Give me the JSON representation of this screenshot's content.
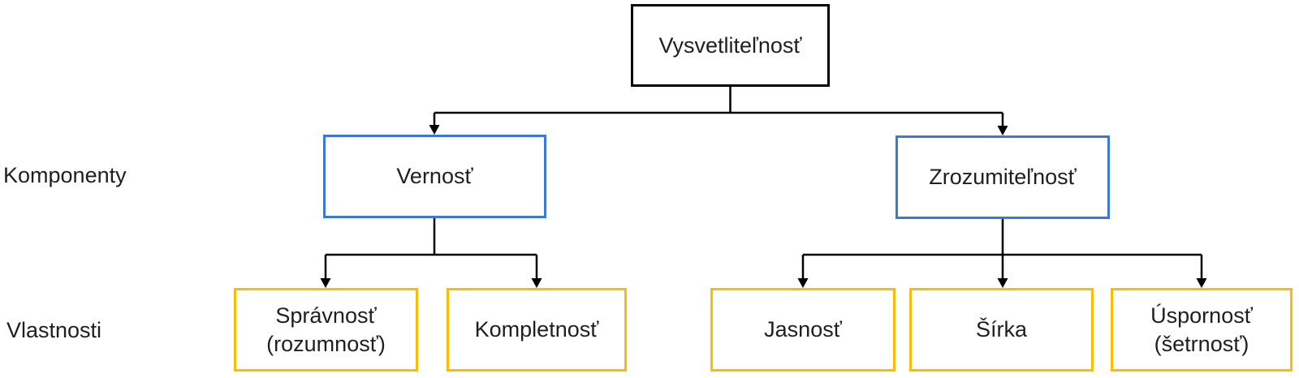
{
  "diagram": {
    "row_labels": {
      "components": "Komponenty",
      "properties": "Vlastnosti"
    },
    "root": {
      "label": "Vysvetliteľnosť"
    },
    "components": [
      {
        "label": "Vernosť",
        "properties": [
          {
            "label": "Správnosť (rozumnosť)"
          },
          {
            "label": "Kompletnosť"
          }
        ]
      },
      {
        "label": "Zrozumiteľnosť",
        "properties": [
          {
            "label": "Jasnosť"
          },
          {
            "label": "Šírka"
          },
          {
            "label": "Úspornosť (šetrnosť)"
          }
        ]
      }
    ],
    "colors": {
      "root_border": "#000000",
      "component_border": "#3C78D8",
      "property_border": "#FBBC04",
      "connector": "#000000",
      "text": "#1F1F1F",
      "background": "#FFFFFF"
    }
  }
}
